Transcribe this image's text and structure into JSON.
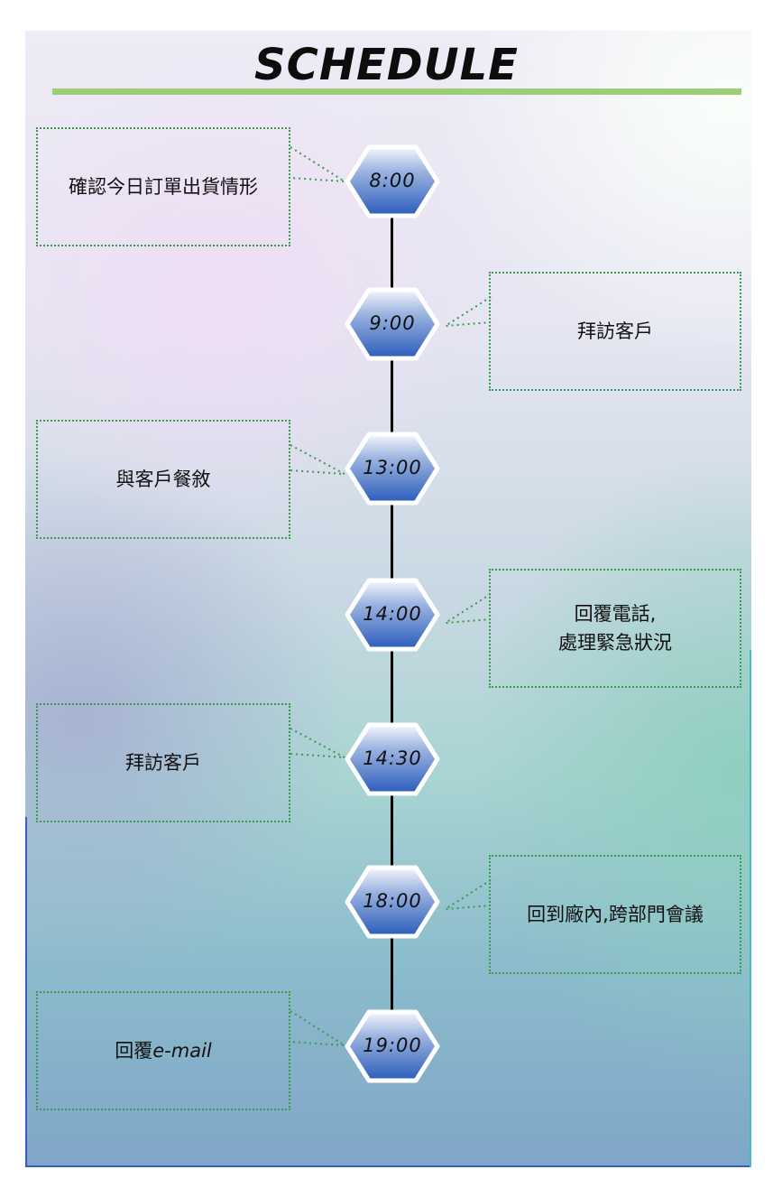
{
  "title": "SCHEDULE",
  "colors": {
    "title_rule": "#9cce78",
    "node_fill_top": "#ffffff",
    "node_fill_bottom": "#2f62c0",
    "callout_border": "#3a9a4e",
    "timeline": "#000000"
  },
  "schedule": [
    {
      "time": "8:00",
      "side": "left",
      "task": "確認今日訂單出貨情形"
    },
    {
      "time": "9:00",
      "side": "right",
      "task": "拜訪客戶"
    },
    {
      "time": "13:00",
      "side": "left",
      "task": "與客戶餐敘"
    },
    {
      "time": "14:00",
      "side": "right",
      "task": "回覆電話,\n處理緊急狀況"
    },
    {
      "time": "14:30",
      "side": "left",
      "task": "拜訪客戶"
    },
    {
      "time": "18:00",
      "side": "right",
      "task": "回到廠內,跨部門會議"
    },
    {
      "time": "19:00",
      "side": "left",
      "task_cjk": "回覆",
      "task_latin": "e-mail"
    }
  ]
}
